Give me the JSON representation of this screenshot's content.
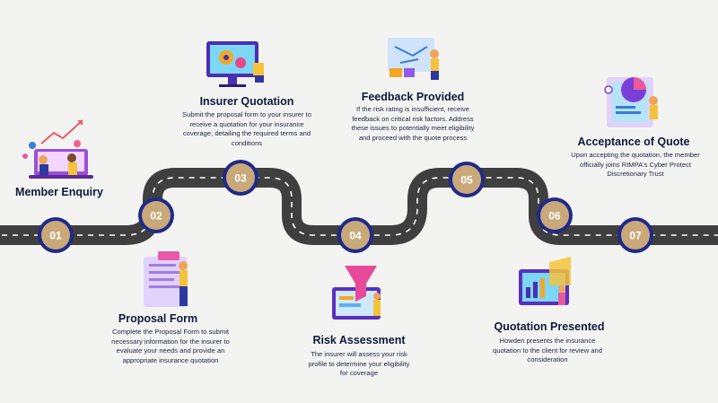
{
  "colors": {
    "road": "#3f3f3f",
    "road_dash": "#ffffff",
    "badge_fill": "#c9a97a",
    "badge_ring": "#1f2a8a",
    "badge_text": "#ffffff",
    "title_text": "#0f1a3a",
    "background": "#f3f4f2"
  },
  "steps": [
    {
      "number": "01",
      "title": "Member Enquiry",
      "description": "",
      "illustration": "people-handshake-laptop-icon"
    },
    {
      "number": "02",
      "title": "Proposal Form",
      "description": "Complete the Proposal Form to submit necessary information for the insurer to evaluate your needs and provide an appropriate insurance quotation",
      "illustration": "person-filling-form-icon"
    },
    {
      "number": "03",
      "title": "Insurer Quotation",
      "description": "Submit the proposal form to your insurer to receive a quotation for your insurance coverage, detailing the required terms and conditions",
      "illustration": "monitor-gears-icon"
    },
    {
      "number": "04",
      "title": "Risk Assessment",
      "description": "The insurer will assess your risk profile to determine your eligibility for coverage",
      "illustration": "funnel-analysis-icon"
    },
    {
      "number": "05",
      "title": "Feedback Provided",
      "description": "If the risk rating is insufficient, receive feedback on critical risk factors. Address these issues to potentially meet eligibility and proceed with the quote process",
      "illustration": "map-feedback-icon"
    },
    {
      "number": "06",
      "title": "Quotation Presented",
      "description": "Howden presents the insurance quotation to the client for review and consideration",
      "illustration": "dashboard-charts-icon"
    },
    {
      "number": "07",
      "title": "Acceptance of Quote",
      "description": "Upon accepting the quotation, the member officially joins RIMPA's Cyber Protect Discretionary Trust",
      "illustration": "tablet-pie-chart-icon"
    }
  ]
}
